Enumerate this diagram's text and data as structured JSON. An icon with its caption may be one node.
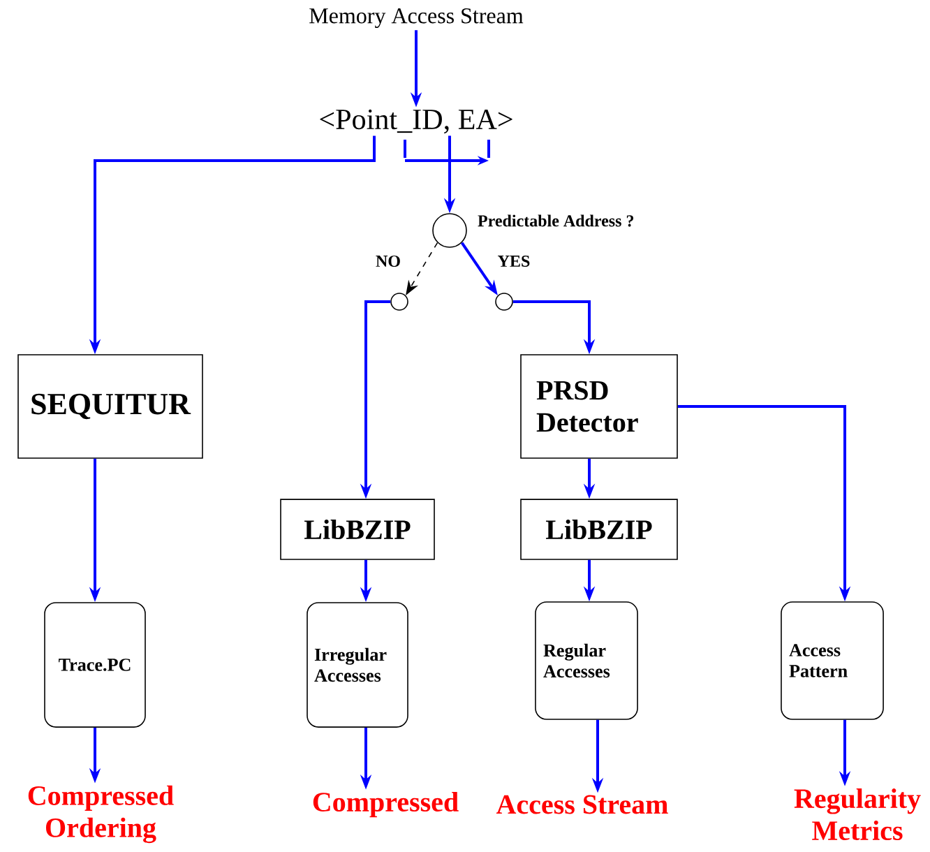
{
  "diagram": {
    "nodes": [
      {
        "text": [
          "Memory Access Stream"
        ]
      },
      {
        "text": [
          "<Point_ID, EA>"
        ]
      },
      {
        "text": [],
        "shape": "circle",
        "beside": [
          "Predictable Address ?"
        ]
      },
      {
        "text": [],
        "shape": "circle"
      },
      {
        "text": [],
        "shape": "circle"
      },
      {
        "text": [
          "SEQUITUR"
        ]
      },
      {
        "text": [
          "PRSD Detector"
        ]
      },
      {
        "text": [
          "LibBZIP"
        ]
      },
      {
        "text": [
          "LibBZIP"
        ]
      },
      {
        "text": [
          "Trace.PC"
        ]
      },
      {
        "text": [
          "Irregular Accesses"
        ]
      },
      {
        "text": [
          "Regular Accesses"
        ]
      },
      {
        "text": [
          "Access Pattern"
        ]
      },
      {
        "text": [
          "Compressed Ordering"
        ]
      },
      {
        "text": [
          "Compressed"
        ]
      },
      {
        "text": [
          "Access Stream"
        ]
      },
      {
        "text": [
          "Regularity Metrics"
        ]
      }
    ],
    "edges": [
      {
        "from": 0,
        "to": 1,
        "arrow": "to"
      },
      {
        "from": 1,
        "to": 5,
        "arrow": "to"
      },
      {
        "from": 1,
        "to": 2,
        "arrow": "to"
      },
      {
        "from": 2,
        "to": 3,
        "arrow": "to",
        "label": "NO",
        "style": "dashed",
        "color": "#000000"
      },
      {
        "from": 2,
        "to": 4,
        "arrow": "to",
        "label": "YES"
      },
      {
        "from": 3,
        "to": 7,
        "arrow": "to"
      },
      {
        "from": 4,
        "to": 6,
        "arrow": "to"
      },
      {
        "from": 5,
        "to": 9,
        "arrow": "to"
      },
      {
        "from": 6,
        "to": 8,
        "arrow": "to"
      },
      {
        "from": 6,
        "to": 12,
        "arrow": "to"
      },
      {
        "from": 7,
        "to": 10,
        "arrow": "to"
      },
      {
        "from": 8,
        "to": 11,
        "arrow": "to"
      },
      {
        "from": 9,
        "to": 13,
        "arrow": "to"
      },
      {
        "from": 10,
        "to": 14,
        "arrow": "to"
      },
      {
        "from": 11,
        "to": 15,
        "arrow": "to"
      },
      {
        "from": 12,
        "to": 16,
        "arrow": "to"
      }
    ]
  }
}
